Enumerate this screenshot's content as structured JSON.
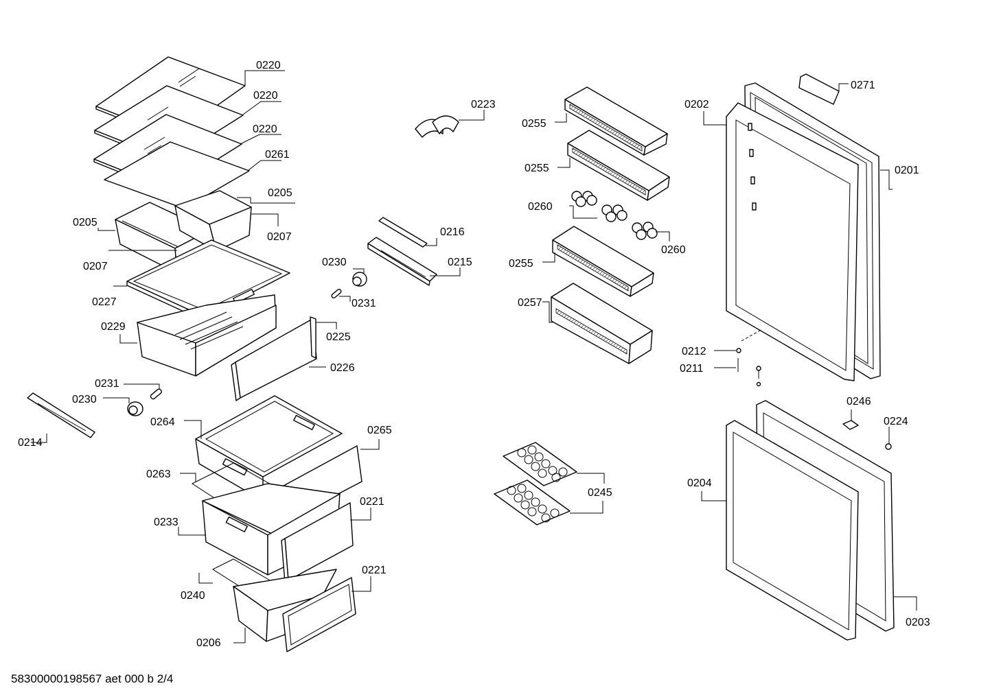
{
  "labels": {
    "l0220a": "0220",
    "l0220b": "0220",
    "l0220c": "0220",
    "l0261": "0261",
    "l0205a": "0205",
    "l0205b": "0205",
    "l0207a": "0207",
    "l0207b": "0207",
    "l0227": "0227",
    "l0229": "0229",
    "l0225": "0225",
    "l0226": "0226",
    "l0231a": "0231",
    "l0230a": "0230",
    "l0214": "0214",
    "l0264": "0264",
    "l0265": "0265",
    "l0263": "0263",
    "l0233": "0233",
    "l0221a": "0221",
    "l0240": "0240",
    "l0221b": "0221",
    "l0206": "0206",
    "l0223": "0223",
    "l0216": "0216",
    "l0230b": "0230",
    "l0215": "0215",
    "l0231b": "0231",
    "l0255a": "0255",
    "l0255b": "0255",
    "l0260a": "0260",
    "l0260b": "0260",
    "l0255c": "0255",
    "l0257": "0257",
    "l0245": "0245",
    "l0202": "0202",
    "l0271": "0271",
    "l0201": "0201",
    "l0212": "0212",
    "l0211": "0211",
    "l0246": "0246",
    "l0224": "0224",
    "l0204": "0204",
    "l0203": "0203"
  },
  "footer": "58300000198567 aet 000 b 2/4"
}
